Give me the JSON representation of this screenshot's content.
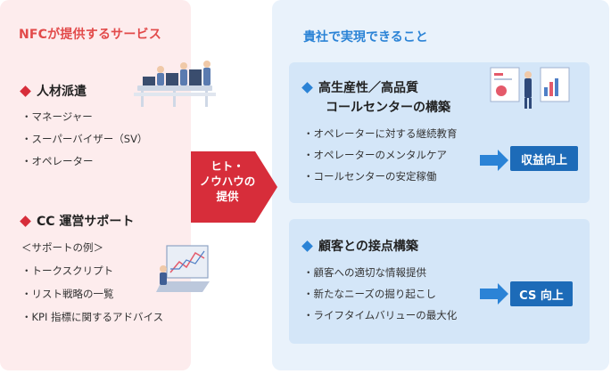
{
  "left": {
    "title": "NFCが提供するサービス",
    "sections": [
      {
        "heading": "人材派遣",
        "items": [
          "・マネージャー",
          "・スーパーバイザー（SV）",
          "・オペレーター"
        ]
      },
      {
        "heading": "CC 運営サポート",
        "subheading": "＜サポートの例＞",
        "items": [
          "・トークスクリプト",
          "・リスト戦略の一覧",
          "・KPI 指標に関するアドバイス"
        ]
      }
    ]
  },
  "center": {
    "arrow_lines": [
      "ヒト・",
      "ノウハウの",
      "提供"
    ]
  },
  "right": {
    "title": "貴社で実現できること",
    "boxes": [
      {
        "heading_lines": [
          "高生産性／高品質",
          "コールセンターの構築"
        ],
        "items": [
          "・オペレーターに対する継続教育",
          "・オペレーターのメンタルケア",
          "・コールセンターの安定稼働"
        ],
        "badge": "収益向上"
      },
      {
        "heading_lines": [
          "顧客との接点構築"
        ],
        "items": [
          "・顧客への適切な情報提供",
          "・新たなニーズの掘り起こし",
          "・ライフタイムバリューの最大化"
        ],
        "badge": "CS 向上"
      }
    ]
  },
  "colors": {
    "red": "#d72d3a",
    "blue": "#2b83d6",
    "badge": "#1d6bb8"
  }
}
